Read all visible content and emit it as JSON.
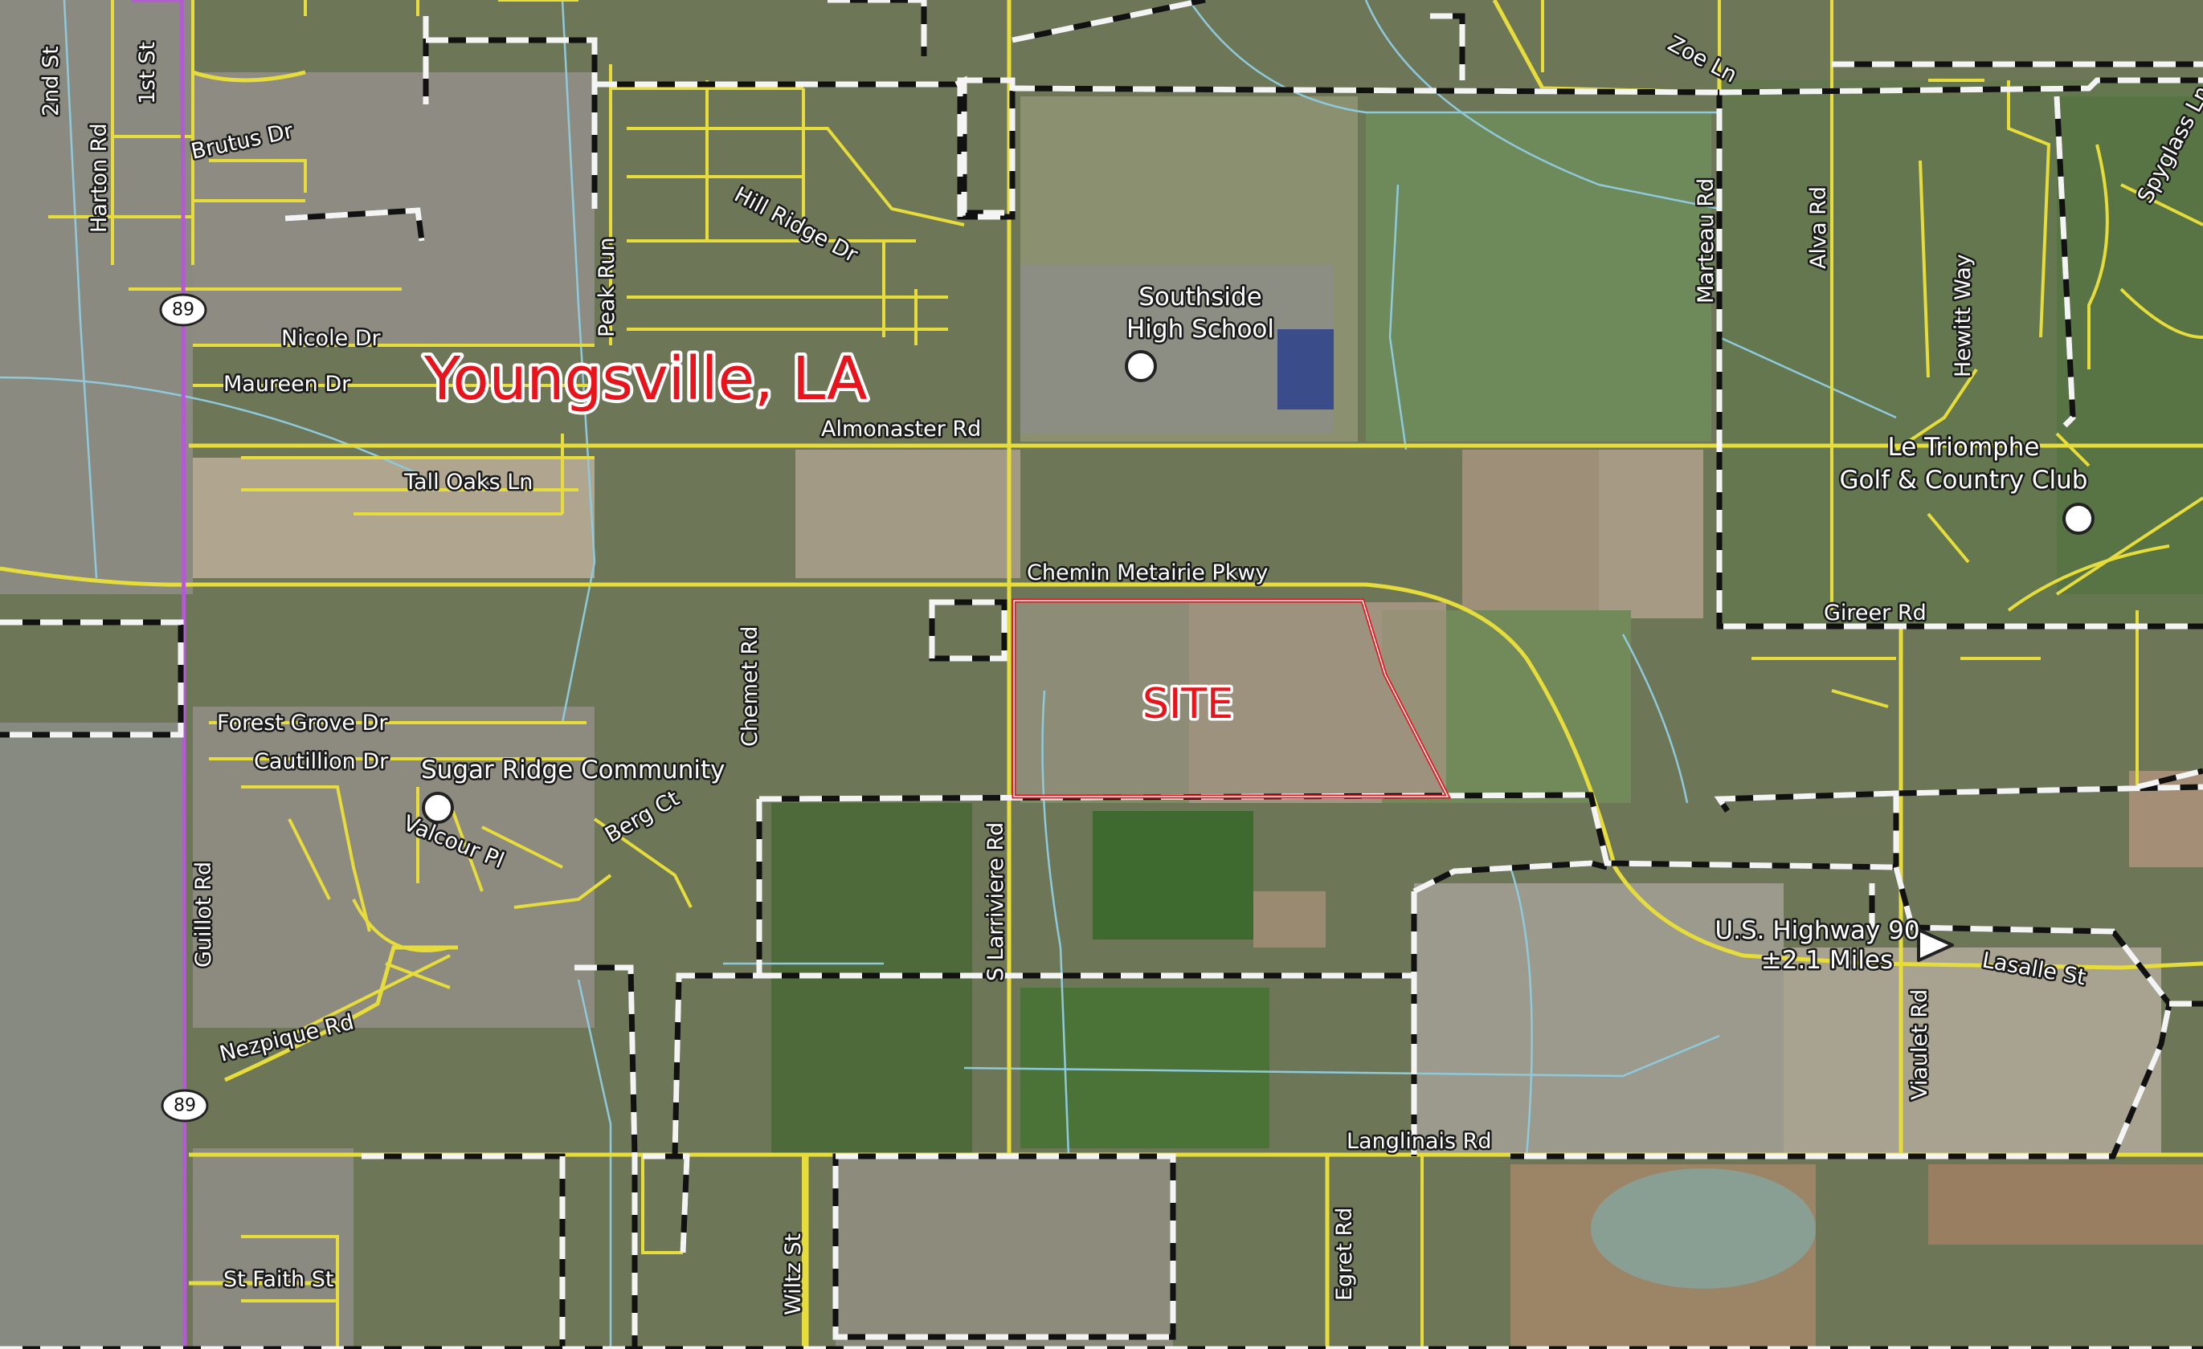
{
  "map": {
    "city_label": "Youngsville, LA",
    "site_label": "SITE",
    "highway_shield": "89",
    "direction_label": {
      "line1": "U.S. Highway 90",
      "line2": "±2.1 Miles"
    },
    "points_of_interest": [
      {
        "line1": "Southside",
        "line2": "High School"
      },
      {
        "line1": "Le Triomphe",
        "line2": "Golf & Country Club"
      },
      {
        "line1": "Sugar Ridge Community",
        "line2": ""
      }
    ],
    "roads": {
      "second_st": "2nd St",
      "first_st": "1st St",
      "brutus_dr": "Brutus Dr",
      "harton_rd": "Harton Rd",
      "hill_ridge_dr": "Hill Ridge Dr",
      "peak_run": "Peak Run",
      "nicole_dr": "Nicole Dr",
      "maureen_dr": "Maureen Dr",
      "almonaster_rd": "Almonaster Rd",
      "tall_oaks_ln": "Tall Oaks Ln",
      "chemin_metairie_pkwy": "Chemin Metairie Pkwy",
      "zoe_ln": "Zoe Ln",
      "marteau_rd": "Marteau Rd",
      "alva_rd": "Alva Rd",
      "hewitt_way": "Hewitt Way",
      "spyglass_ln": "Spyglass Ln",
      "gireer_rd": "Gireer Rd",
      "forest_grove_dr": "Forest Grove Dr",
      "cautillion_dr": "Cautillion Dr",
      "chemet_rd": "Chemet Rd",
      "valcour_pl": "Valcour Pl",
      "berg_ct": "Berg Ct",
      "guillot_rd": "Guillot Rd",
      "s_larriviere_rd": "S Larriviere Rd",
      "nezpique_rd": "Nezpique Rd",
      "lasalle_st": "Lasalle St",
      "viaulet_rd": "Viaulet Rd",
      "langlinais_rd": "Langlinais Rd",
      "st_faith_st": "St Faith St",
      "wiltz_st": "Wiltz St",
      "egret_rd": "Egret Rd"
    },
    "colors": {
      "road": "#e6dc3c",
      "highway": "#b45ad2",
      "boundary": "#111111",
      "site_outline": "#e8141c",
      "water": "#8fc9dc"
    }
  }
}
